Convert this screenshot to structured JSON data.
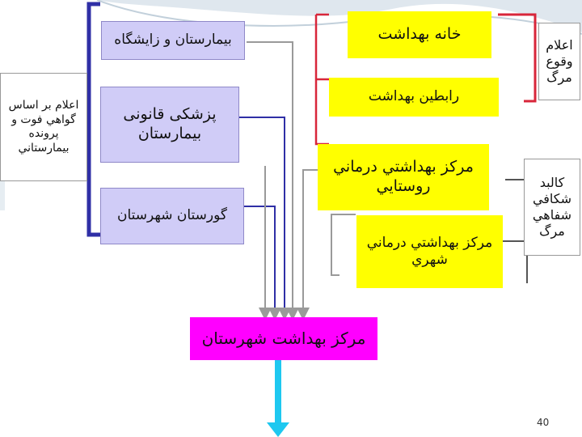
{
  "boxes": {
    "hospital_births": "بیمارستان و زایشگاه",
    "health_house": "خانه بهداشت",
    "report_deaths": "اعلام وقوع مرگ",
    "forensic_hospital": "پزشکی قانونی بیمارستان",
    "health_liaisons": "رابطین بهداشت",
    "rural_center": "مرکز بهداشتي درماني روستايي",
    "county_cemetery": "گورستان شهرستان",
    "urban_center": "مرکز بهداشتي درماني شهري",
    "autopsy": "کالبد شکافي شفاهي مرگ",
    "district_center": "مرکز بهداشت شهرستان",
    "side_note": "اعلام بر اساس گواهي فوت و پرونده بيمارستاني"
  },
  "page_number": "40",
  "colors": {
    "yellow": "#ffff00",
    "lavender": "#d0ccf7",
    "magenta": "#ff00ff",
    "red_line": "#d8263a",
    "blue_line": "#2f2fa6",
    "cyan_arrow": "#1ec8f0"
  }
}
